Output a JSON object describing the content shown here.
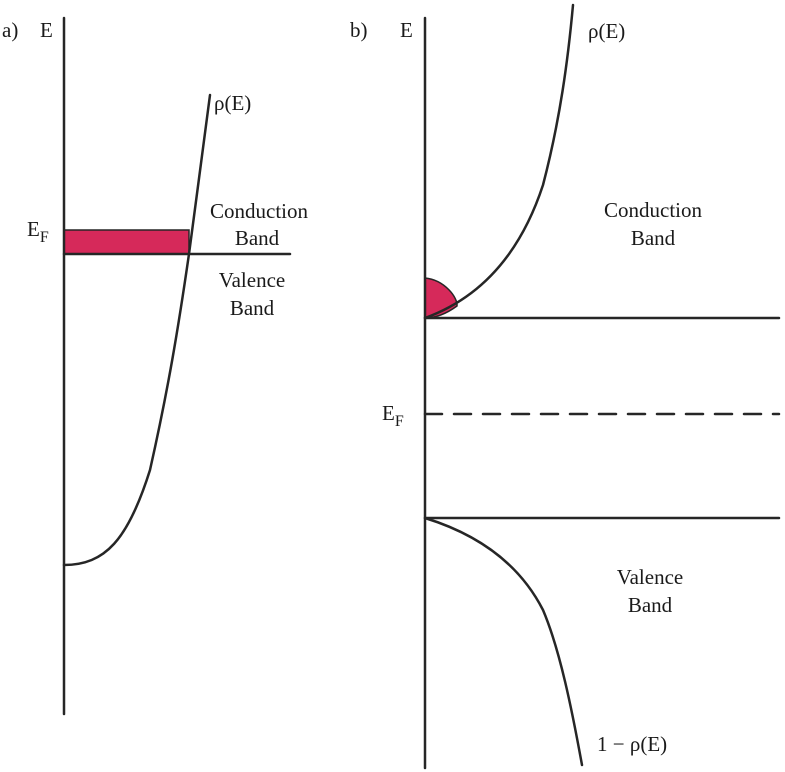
{
  "colors": {
    "line": "#262626",
    "filled_states": "#d6295a"
  },
  "panel_a": {
    "label": "a)",
    "energy_axis_label": "E",
    "density_curve_label": "ρ(E)",
    "fermi_label_main": "E",
    "fermi_label_sub": "F",
    "conduction_band_label": [
      "Conduction",
      "Band"
    ],
    "valence_band_label": [
      "Valence",
      "Band"
    ]
  },
  "panel_b": {
    "label": "b)",
    "energy_axis_label": "E",
    "density_curve_label": "ρ(E)",
    "hole_curve_label": "1 − ρ(E)",
    "fermi_label_main": "E",
    "fermi_label_sub": "F",
    "conduction_band_label": [
      "Conduction",
      "Band"
    ],
    "valence_band_label": [
      "Valence",
      "Band"
    ]
  }
}
